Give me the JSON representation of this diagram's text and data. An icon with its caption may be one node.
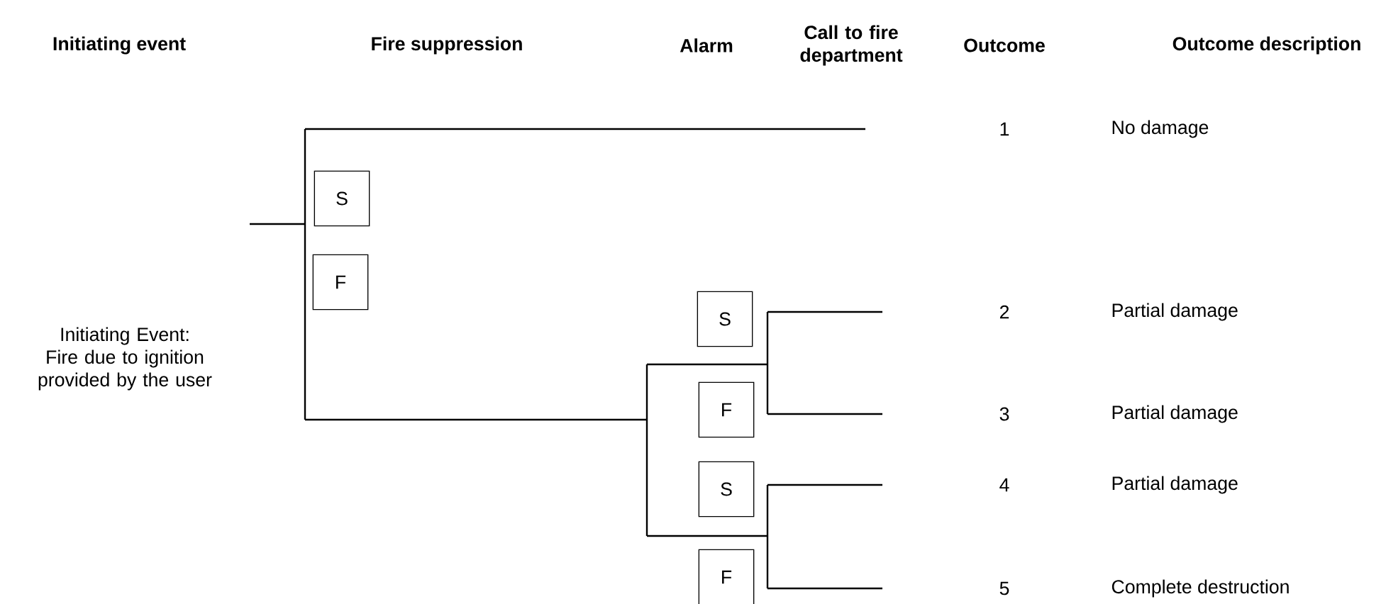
{
  "diagram": {
    "nodes": [
      {
        "text": [
          "S"
        ]
      },
      {
        "text": [
          "F"
        ]
      },
      {
        "text": [
          "S"
        ]
      },
      {
        "text": [
          "F"
        ]
      },
      {
        "text": [
          "S"
        ]
      },
      {
        "text": [
          "F"
        ]
      }
    ],
    "labels": [
      "Initiating event",
      "Fire suppression",
      "Alarm",
      "Call to fire department",
      "Outcome",
      "Outcome description",
      "1",
      "No damage",
      "Initiating Event: Fire due to ignition provided by the user",
      "2",
      "Partial damage",
      "3",
      "Partial damage",
      "4",
      "Partial damage",
      "5",
      "Complete destruction"
    ]
  }
}
